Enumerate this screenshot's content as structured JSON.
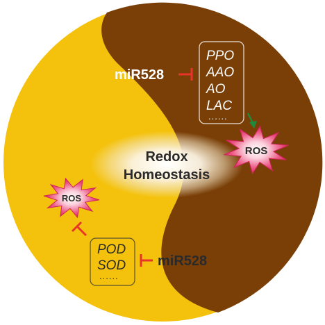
{
  "colors": {
    "brown": "#7a3f07",
    "yellow": "#f4c20d",
    "inhibitor_red": "#e8332a",
    "arrow_green": "#1f8a3c",
    "ros_burst": "#e2356f"
  },
  "center": {
    "line1": "Redox",
    "line2": "Homeostasis"
  },
  "top_half": {
    "mirna": "miR528",
    "genes": [
      "PPO",
      "AAO",
      "AO",
      "LAC"
    ],
    "ellipsis": "......",
    "ros": "ROS"
  },
  "bottom_half": {
    "mirna": "miR528",
    "genes": [
      "POD",
      "SOD"
    ],
    "ellipsis": "......",
    "ros": "ROS"
  }
}
